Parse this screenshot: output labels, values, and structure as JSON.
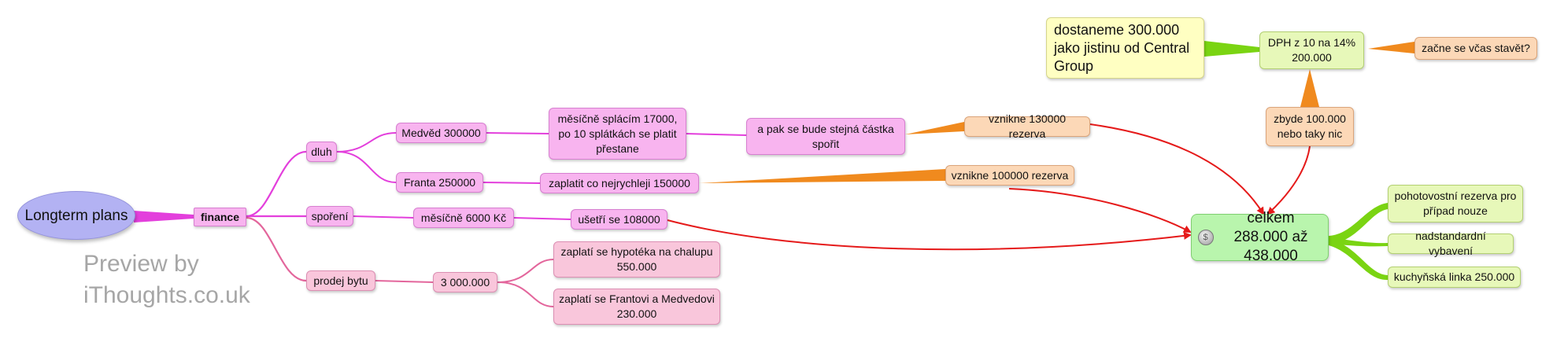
{
  "root": {
    "label": "Longterm plans"
  },
  "finance": {
    "label": "finance"
  },
  "dluh": {
    "label": "dluh",
    "medved": "Medvěd 300000",
    "splacim": "měsíčně splácím 17000, po 10 splátkách se platit přestane",
    "sporit": "a pak se bude stejná částka spořit",
    "rezerva130": "vznikne 130000 rezerva",
    "franta": "Franta 250000",
    "zaplatit": "zaplatit co nejrychleji 150000",
    "rezerva100": "vznikne 100000 rezerva"
  },
  "sporeni": {
    "label": "spoření",
    "mesicne": "měsíčně 6000 Kč",
    "usetri": "ušetří se 108000"
  },
  "prodej": {
    "label": "prodej bytu",
    "castka": "3 000.000",
    "hypoteka": "zaplatí se hypotéka na chalupu 550.000",
    "frantovi": "zaplatí se Frantovi a Medvedovi 230.000"
  },
  "total": {
    "label": "celkem 288.000 až 438.000",
    "pohotovostni": "pohotovostní rezerva pro případ nouze",
    "vybaveni": "nadstandardní vybavení",
    "linka": "kuchyňská linka 250.000"
  },
  "dph": {
    "label": "DPH z 10 na 14% 200.000",
    "zbyde": "zbyde 100.000 nebo taky nic",
    "zacne": "začne se včas stavět?",
    "dostaneme": "dostaneme 300.000 jako jistinu od Central Group"
  },
  "watermark": "Preview by\niThoughts.co.uk",
  "colors": {
    "pink_branch": "#e33fdc",
    "rose_branch": "#e3669c",
    "orange_taper": "#f08a1e",
    "green_taper": "#7ad412",
    "arrow": "#e51a1a"
  }
}
